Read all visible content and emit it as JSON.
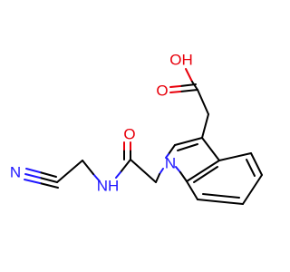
{
  "molecule": {
    "atoms": {
      "hydroxyl": "OH",
      "carbonyl_o_acid": "O",
      "carbonyl_o_amide": "O",
      "amide_nh": "NH",
      "indole_n": "N",
      "nitrile_n": "N"
    },
    "colors": {
      "oxygen": "#e8000b",
      "nitrogen": "#1f17ff",
      "carbon": "#000000"
    }
  }
}
